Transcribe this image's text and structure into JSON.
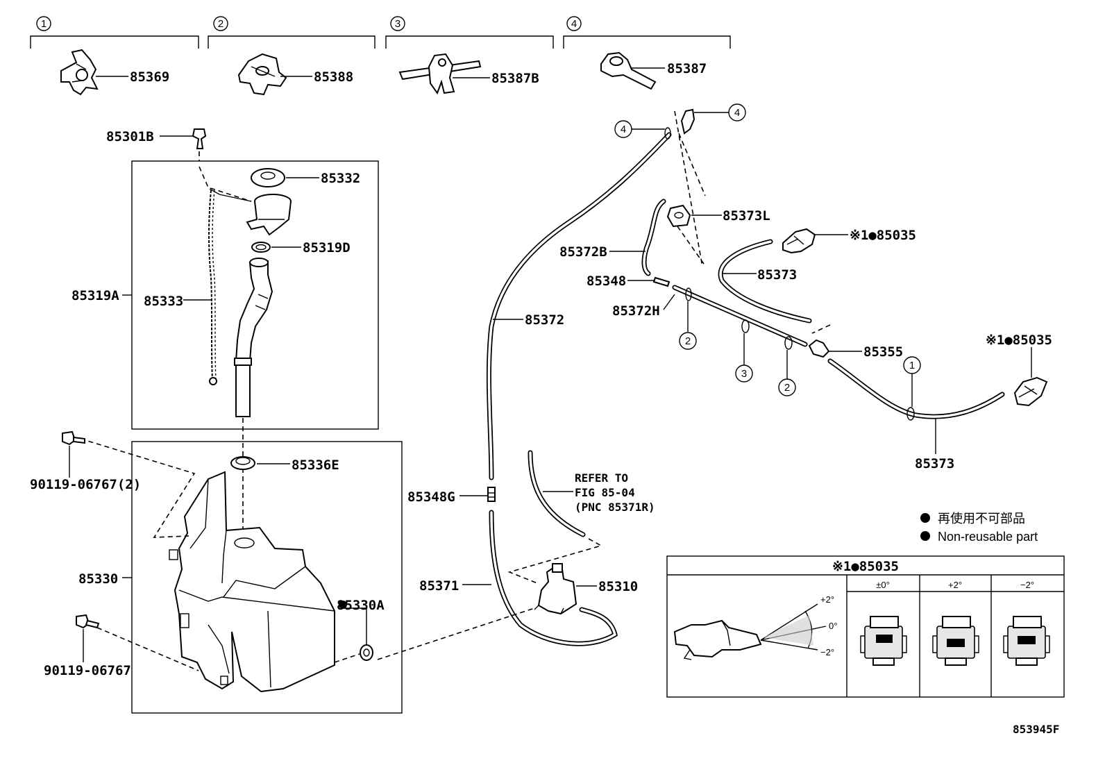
{
  "diagram": {
    "clip_groups": [
      {
        "num": "1",
        "part": "85369"
      },
      {
        "num": "2",
        "part": "85388"
      },
      {
        "num": "3",
        "part": "85387B"
      },
      {
        "num": "4",
        "part": "85387"
      }
    ],
    "labels": {
      "p85301B": "85301B",
      "p85332": "85332",
      "p85319D": "85319D",
      "p85319A": "85319A",
      "p85333": "85333",
      "p85336E": "85336E",
      "p90119_2": "90119-06767(2)",
      "p85330": "85330",
      "p85330A": "85330A",
      "p90119": "90119-06767",
      "p85372": "85372",
      "p85348G": "85348G",
      "p85371": "85371",
      "p85310": "85310",
      "p85373L": "85373L",
      "p85372B": "85372B",
      "p85348": "85348",
      "p85372H": "85372H",
      "p85373a": "85373",
      "p85035a": "※1●85035",
      "p85355": "85355",
      "p85035b": "※1●85035",
      "p85373b": "85373"
    },
    "refer_note": [
      "REFER TO",
      "FIG 85-04",
      "(PNC 85371R)"
    ],
    "callouts": {
      "c4a": "4",
      "c4b": "4",
      "c2a": "2",
      "c3": "3",
      "c2b": "2",
      "c1": "1"
    },
    "legend": {
      "jp": "再使用不可部品",
      "en": "Non-reusable part"
    },
    "table": {
      "title": "※1●85035",
      "columns": [
        "±0°",
        "+2°",
        "−2°"
      ],
      "angles": [
        "+2°",
        "0°",
        "−2°"
      ],
      "chip_text": "▪▪▪"
    },
    "figure_id": "853945F"
  }
}
